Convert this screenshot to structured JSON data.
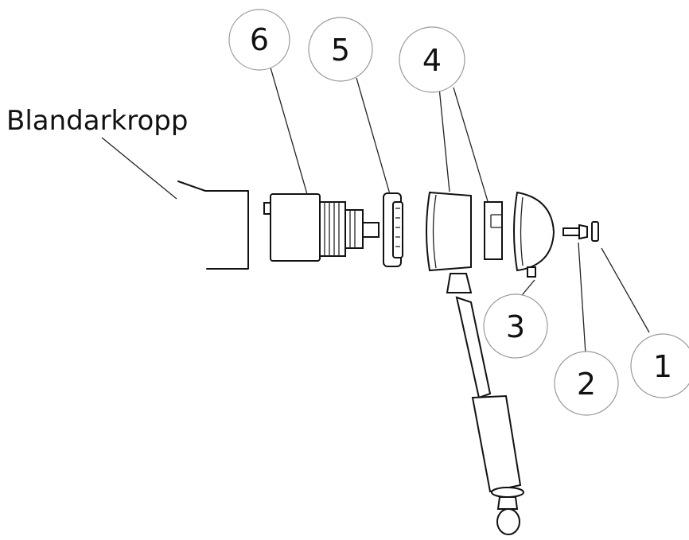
{
  "body_label": "Blandarkropp",
  "callouts": [
    "1",
    "2",
    "3",
    "4",
    "5",
    "6"
  ]
}
